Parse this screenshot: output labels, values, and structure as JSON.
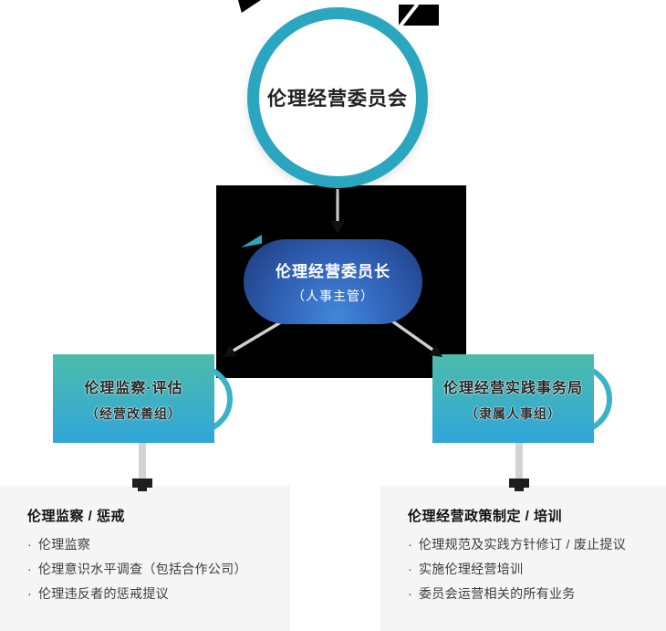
{
  "diagram": {
    "root": {
      "label": "伦理经营委员会"
    },
    "chair": {
      "label": "伦理经营委员长",
      "sublabel": "（人事主管）"
    },
    "branch_left": {
      "label": "伦理监察·评估",
      "sublabel": "（经营改善组）"
    },
    "branch_right": {
      "label": "伦理经营实践事务局",
      "sublabel": "（隶属人事组）"
    }
  },
  "panels": {
    "bullet": "·",
    "left": {
      "title": "伦理监察 / 惩戒",
      "items": [
        "伦理监察",
        "伦理意识水平调查（包括合作公司）",
        "伦理违反者的惩戒提议"
      ]
    },
    "right": {
      "title": "伦理经营政策制定 / 培训",
      "items": [
        "伦理规范及实践方针修订 / 废止提议",
        "实施伦理经营培训",
        "委员会运营相关的所有业务"
      ]
    }
  },
  "colors": {
    "circle_ring": "#2ba6bf",
    "pill_gradient_dark": "#1d3a78",
    "pill_gradient_light": "#4186db",
    "box_gradient_top": "#4cbcaa",
    "box_gradient_bottom": "#30a6da",
    "ring_accent": "#3ab3c7",
    "arrow_line": "#cfcfcf",
    "arrow_head": "#111111",
    "panel_background": "#f5f5f6",
    "artifact_black": "#000000"
  }
}
